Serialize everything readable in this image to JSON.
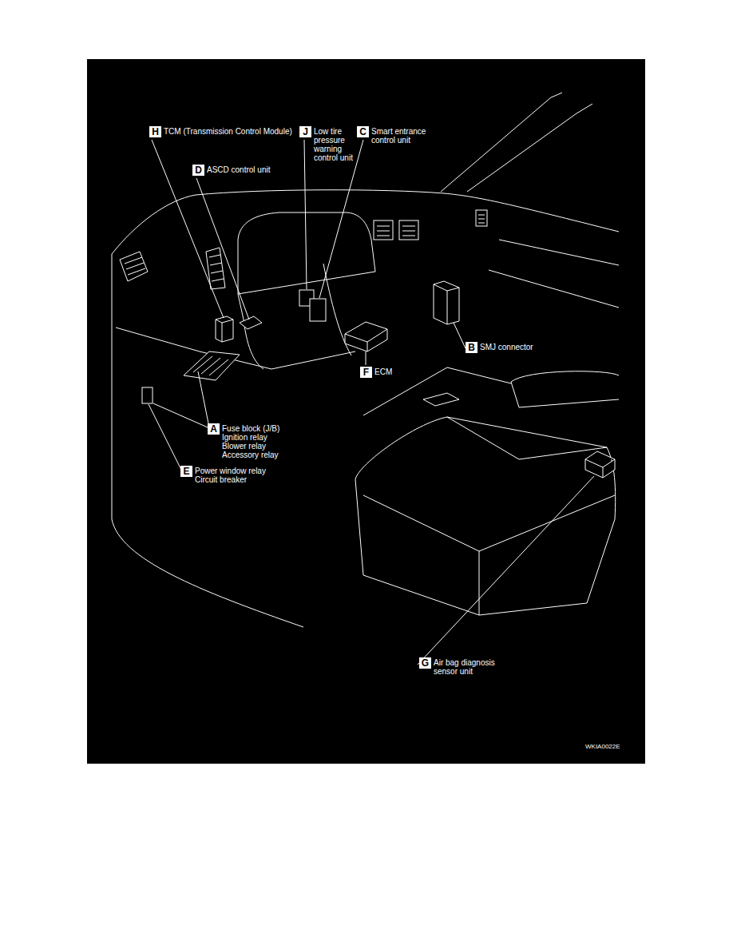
{
  "diagram": {
    "nodes": [
      {
        "text": [
          "H",
          "TCM (Transmission Control Module)"
        ]
      },
      {
        "text": [
          "J",
          "Low tire pressure warning control unit"
        ]
      },
      {
        "text": [
          "C",
          "Smart entrance control unit"
        ]
      },
      {
        "text": [
          "D",
          "ASCD control unit"
        ]
      },
      {
        "text": [
          "B",
          "SMJ connector"
        ]
      },
      {
        "text": [
          "F",
          "ECM"
        ]
      },
      {
        "text": [
          "A",
          "Fuse block (J/B)",
          "Ignition relay",
          "Blower relay",
          "Accessory relay"
        ]
      },
      {
        "text": [
          "E",
          "Power window relay",
          "Circuit breaker"
        ]
      },
      {
        "text": [
          "G",
          "Air bag diagnosis sensor unit"
        ]
      }
    ],
    "labels": [
      "WKIA0022E"
    ]
  }
}
